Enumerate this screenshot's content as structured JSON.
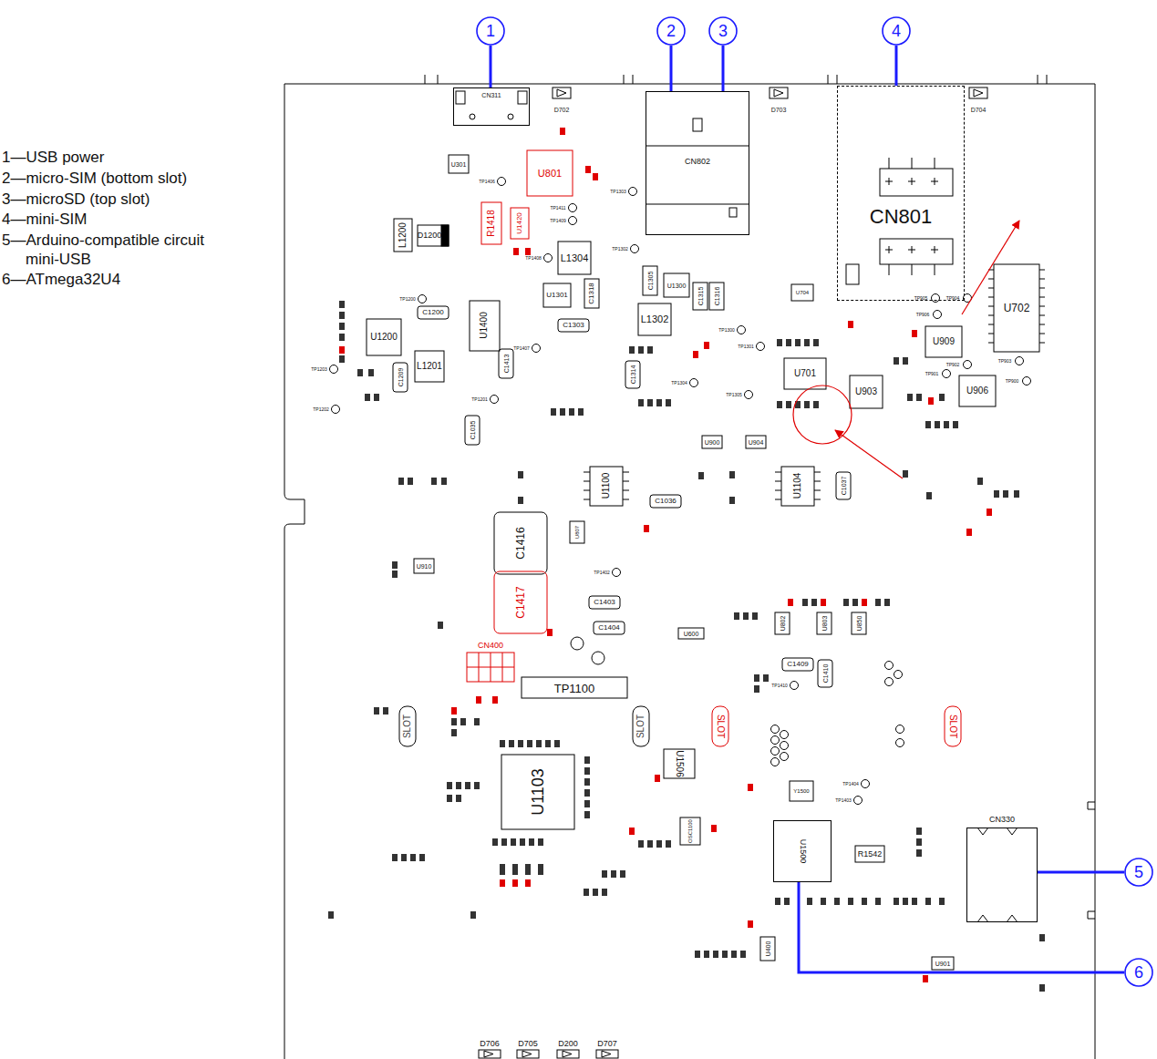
{
  "diagram": {
    "nodes": [
      {
        "text": [
          "1"
        ]
      },
      {
        "text": [
          "2"
        ]
      },
      {
        "text": [
          "3"
        ]
      },
      {
        "text": [
          "4"
        ]
      },
      {
        "text": [
          "5"
        ]
      },
      {
        "text": [
          "6"
        ]
      },
      {
        "text": [
          "CN311"
        ]
      },
      {
        "text": [
          "CN802"
        ]
      },
      {
        "text": [
          "CN801"
        ]
      },
      {
        "text": [
          "CN330"
        ]
      },
      {
        "text": [
          "U1500"
        ]
      }
    ],
    "edges": [
      {
        "from": 0,
        "to": 6,
        "arrow": "none"
      },
      {
        "from": 1,
        "to": 7,
        "arrow": "none"
      },
      {
        "from": 2,
        "to": 7,
        "arrow": "none"
      },
      {
        "from": 3,
        "to": 8,
        "arrow": "none"
      },
      {
        "from": 4,
        "to": 9,
        "arrow": "none"
      },
      {
        "from": 5,
        "to": 10,
        "arrow": "none"
      }
    ],
    "labels": [
      "1—USB power",
      "2—micro-SIM (bottom slot)",
      "3—microSD (top slot)",
      "4—mini-SIM",
      "5—Arduino-compatible circuit mini-USB",
      "6—ATmega32U4",
      "D702",
      "D703",
      "D704",
      "U301",
      "TP1406",
      "U801",
      "R1418",
      "U1420",
      "TP1411",
      "TP1409",
      "TP1303",
      "D1200",
      "L1200",
      "L1304",
      "TP1302",
      "TP1408",
      "U1301",
      "C1318",
      "C1305",
      "U1300",
      "C1315",
      "C1316",
      "U704",
      "TP905",
      "TP904",
      "TP906",
      "TP1200",
      "C1200",
      "U1400",
      "L1302",
      "C1303",
      "TP1300",
      "U1200",
      "TP1407",
      "TP1301",
      "U909",
      "U702",
      "TP903",
      "TP902",
      "TP901",
      "TP900",
      "L1201",
      "C1209",
      "C1413",
      "C1314",
      "TP1304",
      "TP1305",
      "TP1203",
      "TP1202",
      "TP1201",
      "U701",
      "U903",
      "U906",
      "C1035",
      "U900",
      "U904",
      "U1100",
      "C1036",
      "U1104",
      "C1037",
      "C1416",
      "U807",
      "U910",
      "TP1402",
      "C1417",
      "C1403",
      "C1404",
      "U600",
      "U802",
      "U803",
      "U850",
      "CN400",
      "C1409",
      "C1410",
      "TP1410",
      "TP1100",
      "SLOT",
      "SLOT",
      "SLOT",
      "SLOT",
      "U1103",
      "U1506",
      "Y1500",
      "TP1404",
      "TP1403",
      "OSC1100",
      "R1542",
      "U400",
      "U901",
      "D706",
      "D705",
      "D200",
      "D707"
    ]
  }
}
